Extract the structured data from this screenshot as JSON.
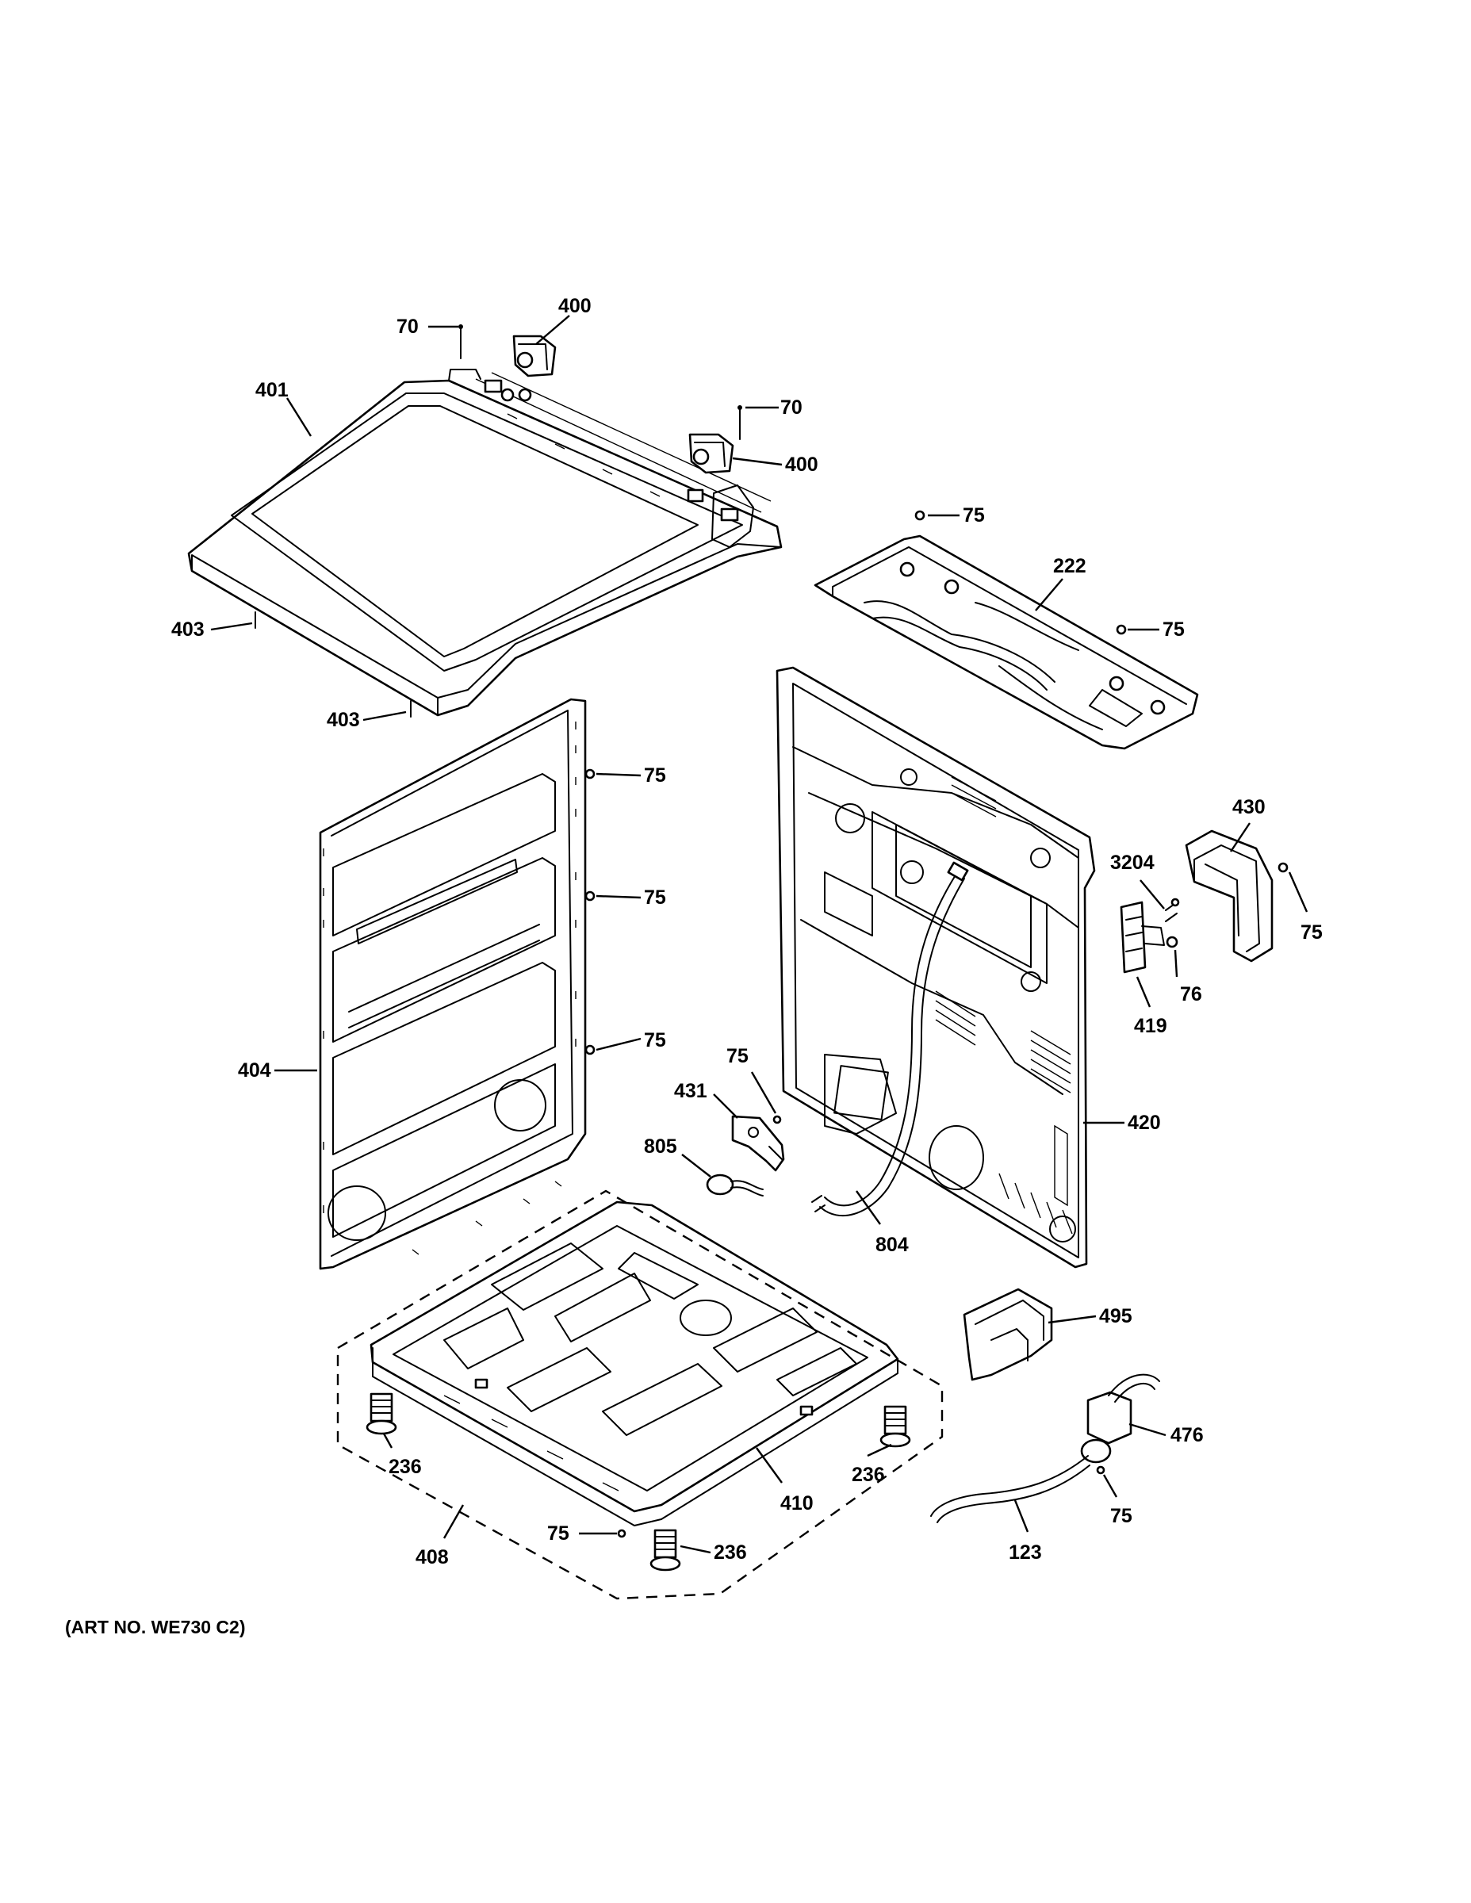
{
  "art_number": "(ART NO. WE730 C2)",
  "callouts": {
    "c70a": "70",
    "c400a": "400",
    "c401": "401",
    "c70b": "70",
    "c400b": "400",
    "c75a": "75",
    "c222": "222",
    "c403a": "403",
    "c75b": "75",
    "c403b": "403",
    "c75c": "75",
    "c430": "430",
    "c3204": "3204",
    "c75d": "75",
    "c75e": "75",
    "c76": "76",
    "c419": "419",
    "c75f": "75",
    "c75g": "75",
    "c404": "404",
    "c431": "431",
    "c420": "420",
    "c805": "805",
    "c804": "804",
    "c495": "495",
    "c476": "476",
    "c236a": "236",
    "c236b": "236",
    "c410": "410",
    "c75h": "75",
    "c75i": "75",
    "c236c": "236",
    "c408": "408",
    "c123": "123"
  }
}
